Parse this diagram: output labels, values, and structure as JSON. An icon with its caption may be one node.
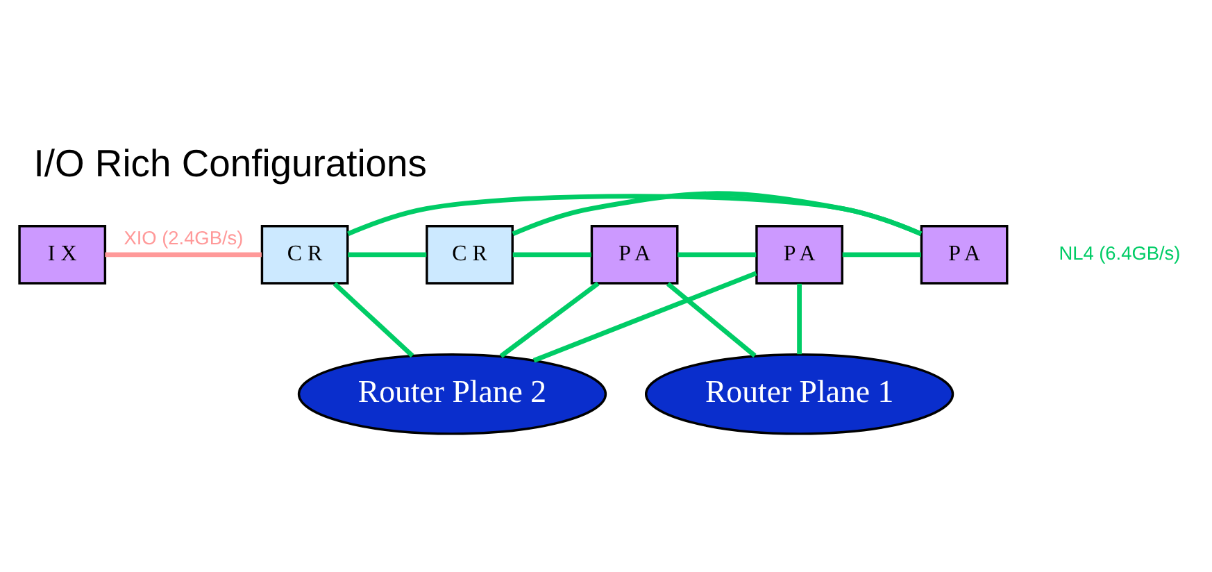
{
  "diagram": {
    "title": "I/O Rich Configurations",
    "nodes": [
      {
        "text": [
          "Router Plane 1"
        ]
      },
      {
        "text": [
          "I X"
        ]
      },
      {
        "text": [
          "C R"
        ]
      },
      {
        "text": [
          "C R"
        ]
      },
      {
        "text": [
          "P A"
        ]
      },
      {
        "text": [
          "P A"
        ]
      },
      {
        "text": [
          "P A"
        ]
      },
      {
        "text": [
          "Router Plane 2"
        ]
      }
    ],
    "edges": [
      {
        "from": 1,
        "to": 2,
        "arrow": "none",
        "label": "XIO (2.4GB/s)",
        "color": "#ff9999"
      },
      {
        "from": 2,
        "to": 3,
        "arrow": "none"
      },
      {
        "from": 3,
        "to": 4,
        "arrow": "none"
      },
      {
        "from": 4,
        "to": 5,
        "arrow": "none"
      },
      {
        "from": 5,
        "to": 6,
        "arrow": "none"
      },
      {
        "from": 2,
        "to": 6,
        "arrow": "none"
      },
      {
        "from": 3,
        "to": 6,
        "arrow": "none"
      },
      {
        "from": 4,
        "to": 0,
        "arrow": "none"
      },
      {
        "from": 5,
        "to": 0,
        "arrow": "none"
      },
      {
        "from": 2,
        "to": 7,
        "arrow": "none"
      },
      {
        "from": 4,
        "to": 7,
        "arrow": "none"
      },
      {
        "from": 5,
        "to": 7,
        "arrow": "none"
      }
    ],
    "labels": [
      "NL4 (6.4GB/s)"
    ]
  }
}
